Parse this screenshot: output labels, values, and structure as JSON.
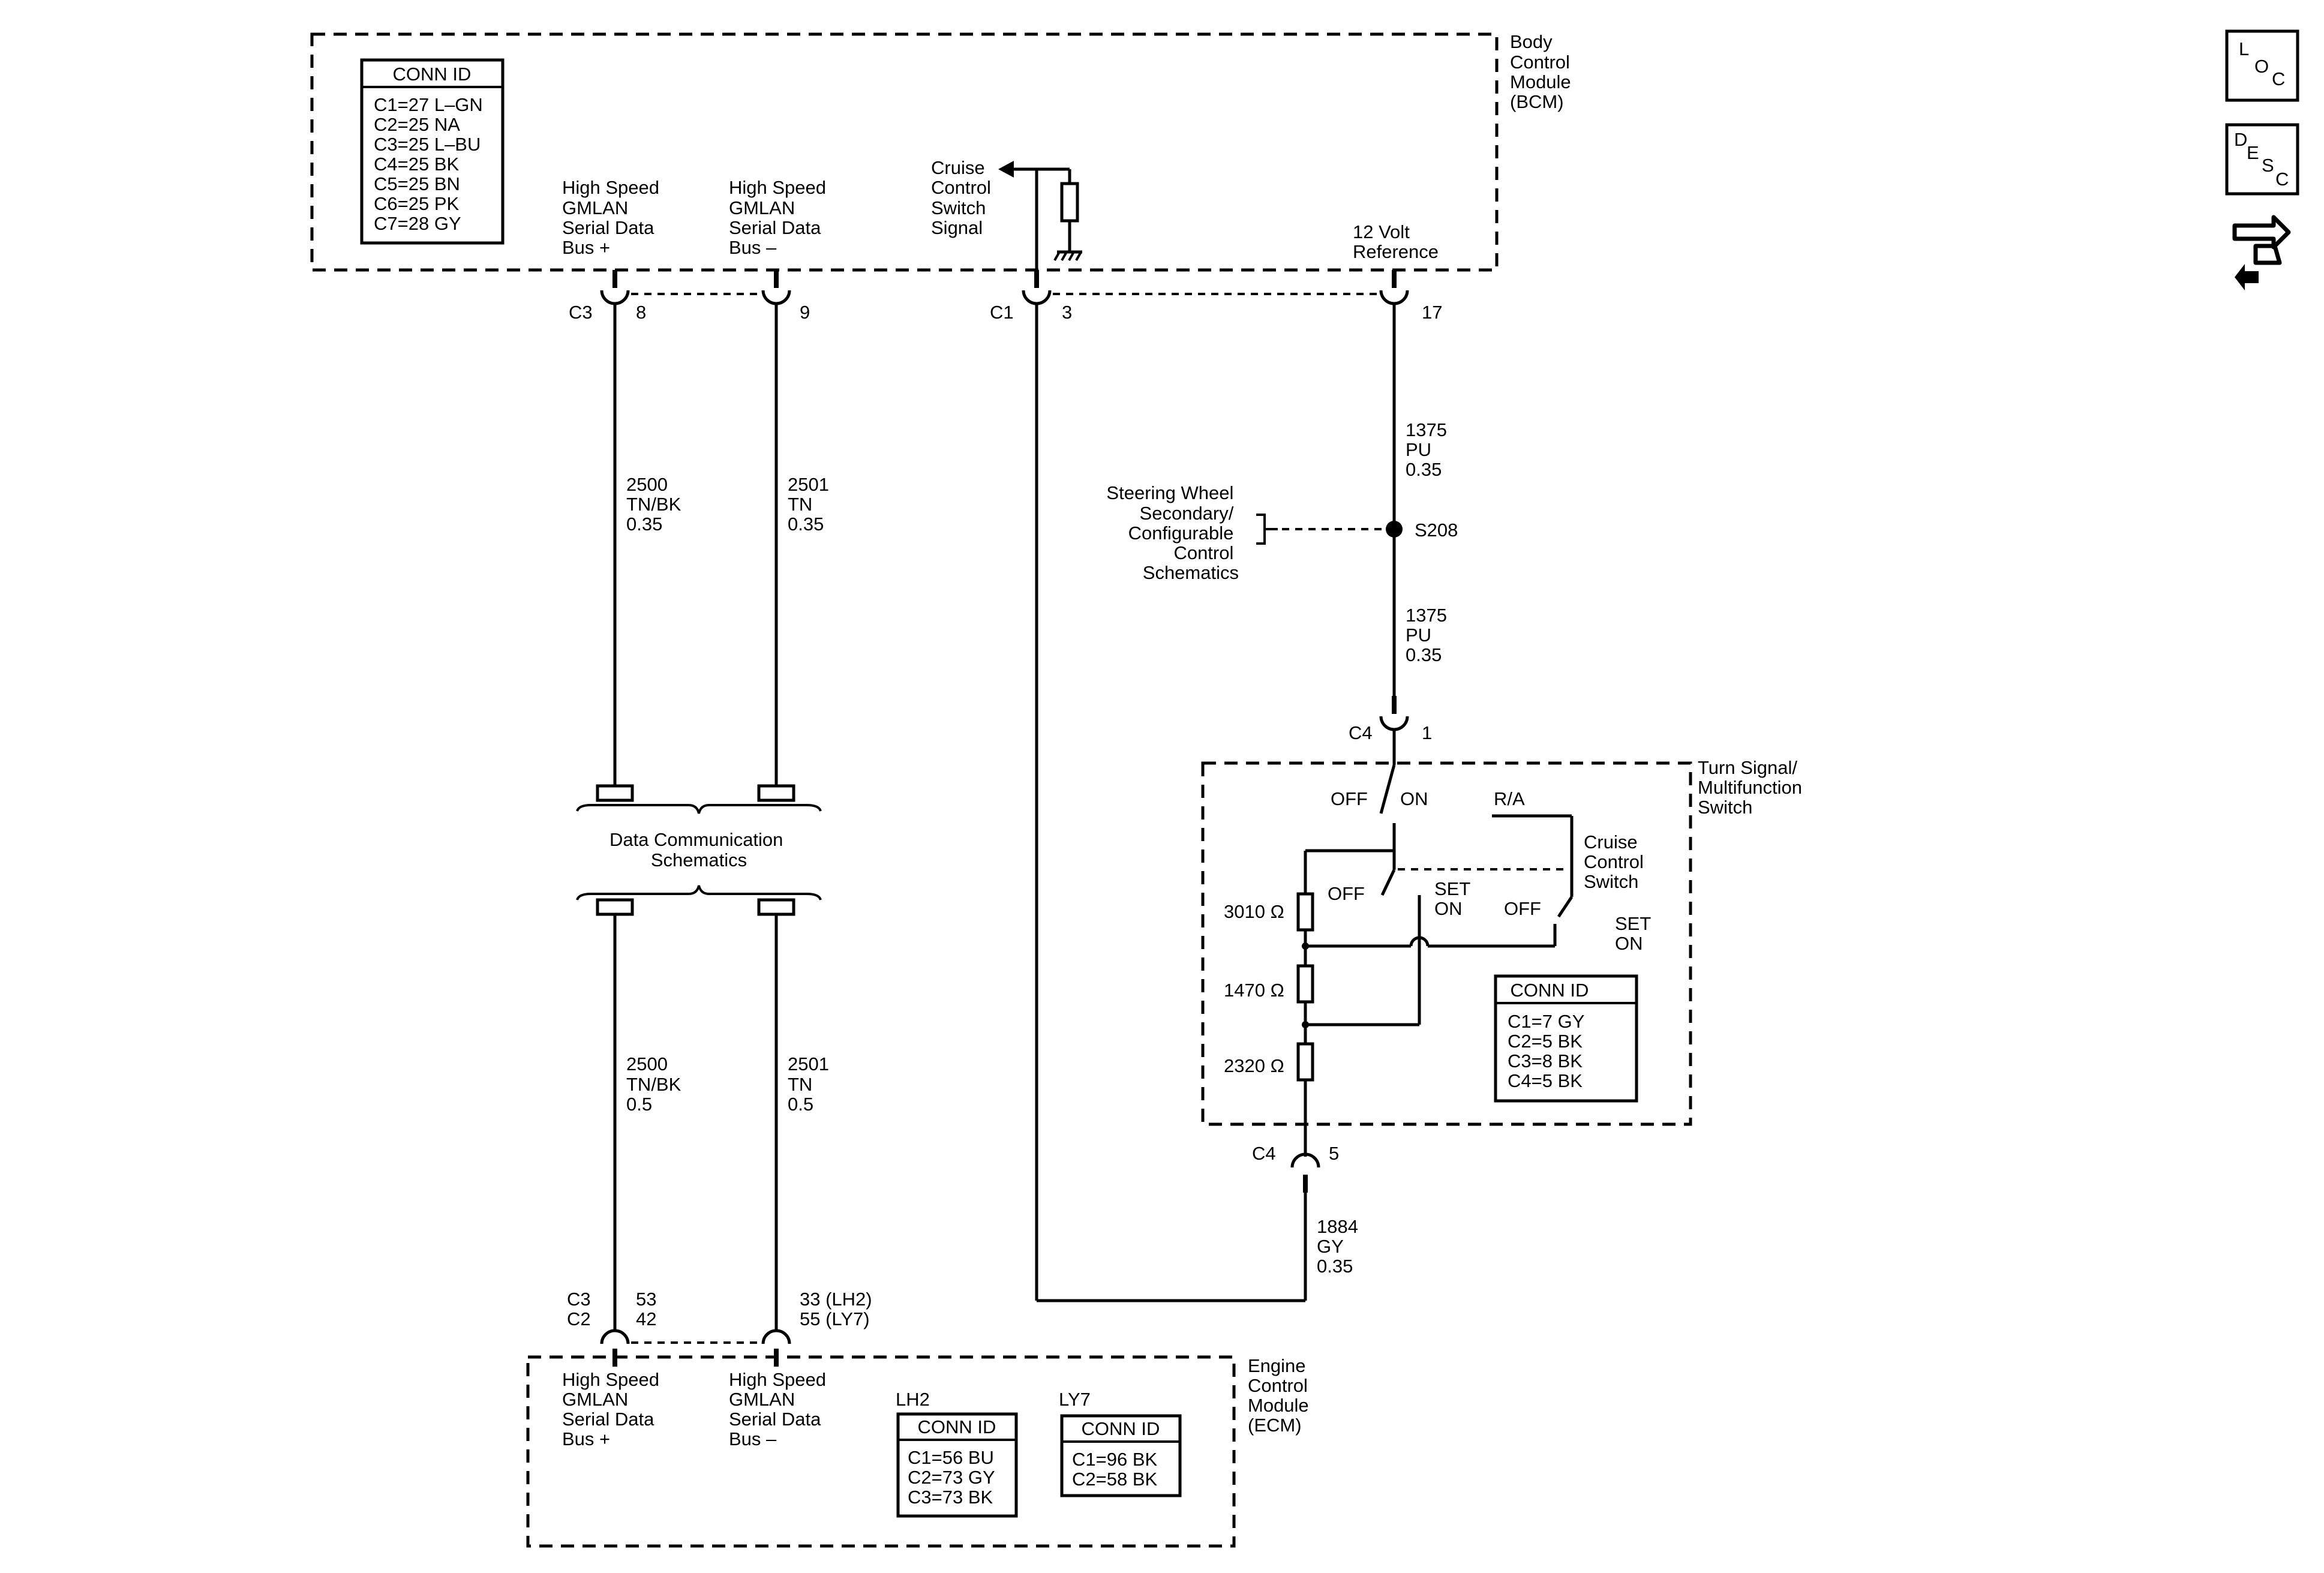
{
  "modules": {
    "bcm": {
      "name": [
        "Body",
        "Control",
        "Module",
        "(BCM)"
      ]
    },
    "ecm": {
      "name": [
        "Engine",
        "Control",
        "Module",
        "(ECM)"
      ]
    },
    "switch": {
      "name": [
        "Turn Signal/",
        "Multifunction",
        "Switch"
      ]
    }
  },
  "bcm_conn_id": {
    "header": "CONN ID",
    "rows": [
      "C1=27 L–GN",
      "C2=25 NA",
      "C3=25 L–BU",
      "C4=25 BK",
      "C5=25 BN",
      "C6=25 PK",
      "C7=28 GY"
    ]
  },
  "switch_conn_id": {
    "header": "CONN ID",
    "rows": [
      "C1=7 GY",
      "C2=5 BK",
      "C3=8 BK",
      "C4=5 BK"
    ]
  },
  "ecm_lh2": {
    "title": "LH2",
    "header": "CONN ID",
    "rows": [
      "C1=56 BU",
      "C2=73 GY",
      "C3=73 BK"
    ]
  },
  "ecm_ly7": {
    "title": "LY7",
    "header": "CONN ID",
    "rows": [
      "C1=96 BK",
      "C2=58 BK"
    ]
  },
  "bcm_pins": {
    "bus_plus": [
      "High Speed",
      "GMLAN",
      "Serial Data",
      "Bus +"
    ],
    "bus_minus": [
      "High Speed",
      "GMLAN",
      "Serial Data",
      "Bus –"
    ],
    "cruise": [
      "Cruise",
      "Control",
      "Switch",
      "Signal"
    ],
    "ref12v": [
      "12 Volt",
      "Reference"
    ]
  },
  "ecm_pins": {
    "bus_plus": [
      "High Speed",
      "GMLAN",
      "Serial Data",
      "Bus +"
    ],
    "bus_minus": [
      "High Speed",
      "GMLAN",
      "Serial Data",
      "Bus –"
    ]
  },
  "connectors": {
    "c3_bcm": "C3",
    "pin_8": "8",
    "pin_9": "9",
    "c1_bcm": "C1",
    "pin_3": "3",
    "pin_17": "17",
    "c4_top": "C4",
    "pin_1": "1",
    "c4_bot": "C4",
    "pin_5": "5",
    "ecm_c3": "C3",
    "ecm_c2": "C2",
    "ecm_53": "53",
    "ecm_42": "42",
    "ecm_33": "33 (LH2)",
    "ecm_55": "55 (LY7)"
  },
  "wires": {
    "w2500_top": [
      "2500",
      "TN/BK",
      "0.35"
    ],
    "w2501_top": [
      "2501",
      "TN",
      "0.35"
    ],
    "w2500_bot": [
      "2500",
      "TN/BK",
      "0.5"
    ],
    "w2501_bot": [
      "2501",
      "TN",
      "0.5"
    ],
    "w1375_a": [
      "1375",
      "PU",
      "0.35"
    ],
    "w1375_b": [
      "1375",
      "PU",
      "0.35"
    ],
    "w1884": [
      "1884",
      "GY",
      "0.35"
    ]
  },
  "splice": "S208",
  "steering_ref": [
    "Steering Wheel",
    "Secondary/",
    "Configurable",
    "Control",
    "Schematics"
  ],
  "data_comm": [
    "Data Communication",
    "Schematics"
  ],
  "switch_labels": {
    "off1": "OFF",
    "on1": "ON",
    "ra": "R/A",
    "off2": "OFF",
    "set_on1": [
      "SET",
      "ON"
    ],
    "off3": "OFF",
    "set_on2": [
      "SET",
      "ON"
    ],
    "cruise_sw": [
      "Cruise",
      "Control",
      "Switch"
    ]
  },
  "resistors": [
    "3010 Ω",
    "1470 Ω",
    "2320 Ω"
  ],
  "side_icons": {
    "loc": [
      "L",
      "O",
      "C"
    ],
    "desc": [
      "D",
      "E",
      "S",
      "C"
    ],
    "nav": "navigation-arrows-icon"
  }
}
